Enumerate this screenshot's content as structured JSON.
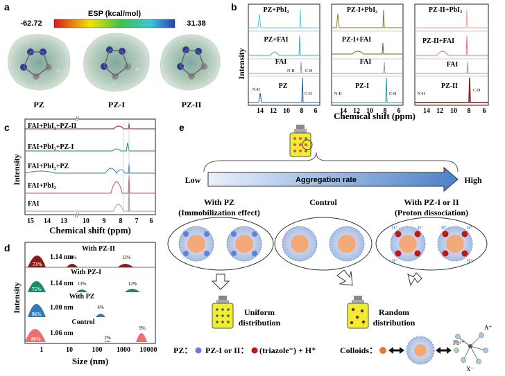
{
  "panel_labels": [
    "a",
    "b",
    "c",
    "d",
    "e"
  ],
  "panel_a": {
    "colorbar_title": "ESP (kcal/mol)",
    "colorbar_min": "-62.72",
    "colorbar_max": "31.38",
    "molecules": [
      "PZ",
      "PZ-I",
      "PZ-II"
    ],
    "colors": {
      "low": "#d7191c",
      "mid": "#f2e300",
      "high": "#2b3fb3"
    }
  },
  "panel_b": {
    "ylabel": "Intensity",
    "xlabel": "Chemical shift (ppm)",
    "subplots": [
      {
        "ticks": [
          "14",
          "12",
          "10",
          "8",
          "6"
        ],
        "traces": [
          "PZ+PbI₂",
          "PZ+FAI",
          "FAI",
          "PZ"
        ],
        "peak_labels": [
          "N-H",
          "N-H",
          "C-H",
          "C-H"
        ]
      },
      {
        "ticks": [
          "14",
          "12",
          "10",
          "8",
          "6"
        ],
        "traces": [
          "PZ-I+PbI₂",
          "PZ-I+FAI",
          "FAI",
          "PZ-I"
        ],
        "peak_labels": [
          "N-H",
          "C-H"
        ]
      },
      {
        "ticks": [
          "14",
          "12",
          "10",
          "8",
          "6"
        ],
        "traces": [
          "PZ-II+PbI₂",
          "PZ-II+FAI",
          "FAI",
          "PZ-II"
        ],
        "peak_labels": [
          "N-H",
          "C-H"
        ]
      }
    ]
  },
  "panel_c": {
    "ylabel": "Intensity",
    "xlabel": "Chemical shift (ppm)",
    "ticks": [
      "15",
      "14",
      "13",
      "10",
      "9",
      "8",
      "7",
      "6"
    ],
    "traces": [
      "FAI+PbI₂+PZ-II",
      "FAI+PbI₂+PZ-I",
      "FAI+PbI₂+PZ",
      "FAI+PbI₂",
      "FAI"
    ],
    "colors": [
      "#8b1a1a",
      "#1a8a6a",
      "#2e7bb8",
      "#d94545",
      "#999999"
    ]
  },
  "panel_d": {
    "ylabel": "Intensity",
    "xlabel": "Size (nm)",
    "ticks": [
      "1",
      "10",
      "100",
      "1000",
      "10000"
    ],
    "series": [
      {
        "name": "With PZ-II",
        "size": "1.14 nm",
        "main": "73%",
        "p2": "14%",
        "p3": "13%",
        "color": "#8b1a1a"
      },
      {
        "name": "With PZ-I",
        "size": "1.14 nm",
        "main": "75%",
        "p2": "13%",
        "p3": "12%",
        "color": "#1a8a6a"
      },
      {
        "name": "With PZ",
        "size": "1.00 nm",
        "main": "96%",
        "p2": "4%",
        "color": "#2e7bb8"
      },
      {
        "name": "Control",
        "size": "1.06 nm",
        "main": "89%",
        "p2": "2%",
        "p3": "9%",
        "color": "#f07070"
      }
    ]
  },
  "panel_e": {
    "arrow_low": "Low",
    "arrow_label": "Aggregation rate",
    "arrow_high": "High",
    "col1_title1": "With PZ",
    "col1_title2": "(Immobilization effect)",
    "col2_title": "Control",
    "col3_title1": "With PZ-I or II",
    "col3_title2": "(Proton dissociation)",
    "uniform1": "Uniform",
    "uniform2": "distribution",
    "random1": "Random",
    "random2": "distribution",
    "legend_pz": "PZ：",
    "legend_pzi": "PZ-I or II：",
    "legend_triazole": "(triazole⁻) + H⁺",
    "colloids": "Colloids：",
    "h_plus": "H⁺",
    "ion_a": "A⁺",
    "ion_pb": "Pb²⁺",
    "ion_x": "X⁻"
  }
}
